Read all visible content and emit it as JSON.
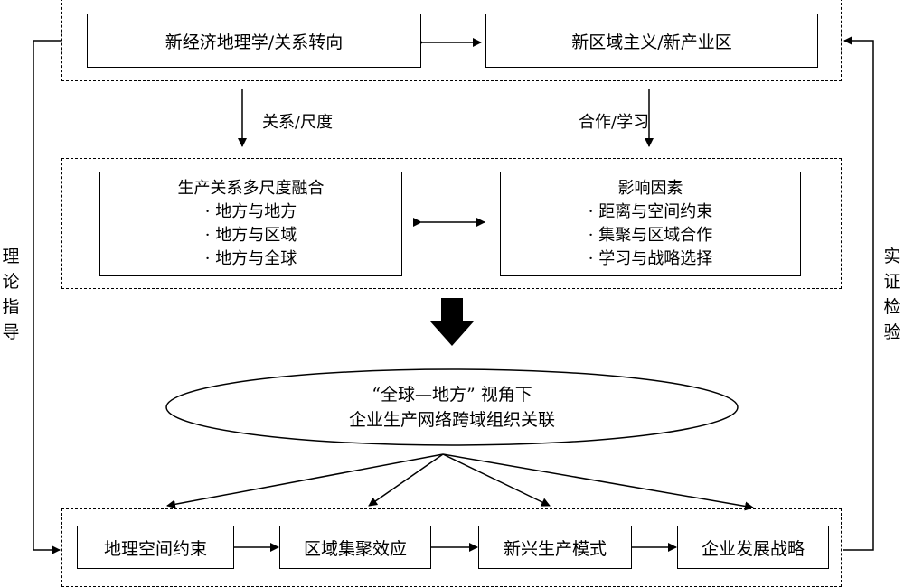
{
  "top": {
    "left_box": "新经济地理学/关系转向",
    "right_box": "新区域主义/新产业区"
  },
  "arrow_labels": {
    "left": "关系/尺度",
    "right": "合作/学习"
  },
  "middle": {
    "left_title": "生产关系多尺度融合",
    "left_items": [
      "· 地方与地方",
      "· 地方与区域",
      "· 地方与全球"
    ],
    "right_title": "影响因素",
    "right_items": [
      "· 距离与空间约束",
      "· 集聚与区域合作",
      "· 学习与战略选择"
    ]
  },
  "ellipse": {
    "line1": "“全球—地方” 视角下",
    "line2": "企业生产网络跨域组织关联"
  },
  "bottom": {
    "boxes": [
      "地理空间约束",
      "区域集聚效应",
      "新兴生产模式",
      "企业发展战略"
    ]
  },
  "side": {
    "left": [
      "理",
      "论",
      "指",
      "导"
    ],
    "right": [
      "实",
      "证",
      "检",
      "验"
    ]
  }
}
